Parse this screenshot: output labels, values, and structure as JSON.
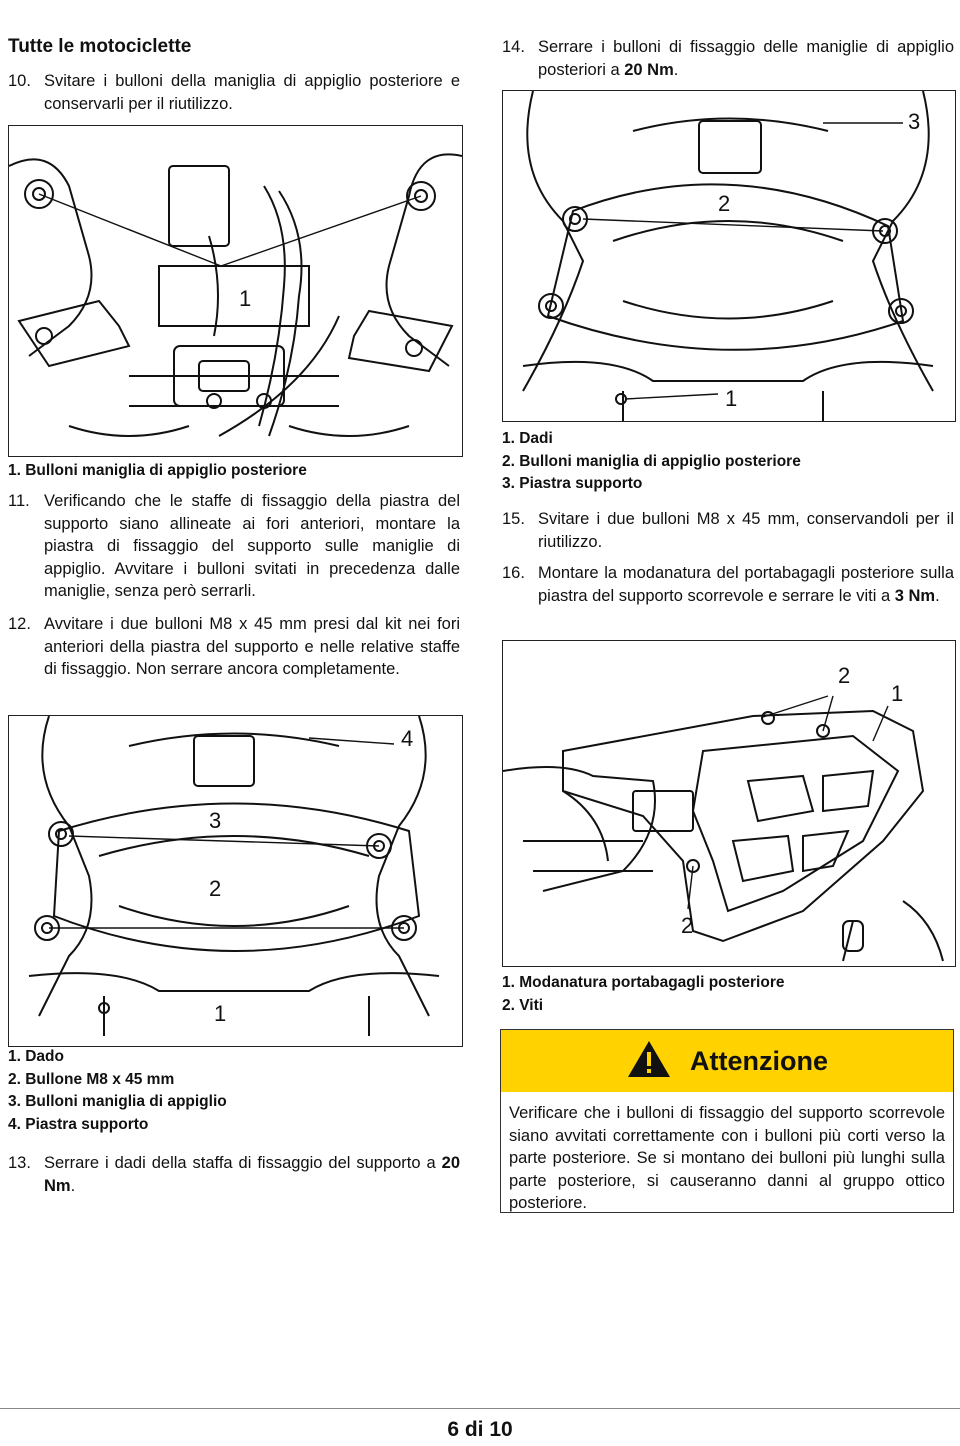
{
  "left_column": {
    "section_title": "Tutte le motociclette",
    "step10": {
      "num": "10.",
      "text": "Svitare i bulloni della maniglia di appiglio posteriore e conservarli per il riutilizzo."
    },
    "fig1": {
      "callouts": [
        "1"
      ],
      "captions": [
        "1. Bulloni maniglia di appiglio posteriore"
      ]
    },
    "step11": {
      "num": "11.",
      "text": "Verificando che le staffe di fissaggio della piastra del supporto siano allineate ai fori anteriori, montare la piastra di fissaggio del supporto sulle maniglie di appiglio. Avvitare i bulloni svitati in precedenza dalle maniglie, senza però serrarli."
    },
    "step12": {
      "num": "12.",
      "text": "Avvitare i due bulloni M8 x 45 mm presi dal kit nei fori anteriori della piastra del supporto e nelle relative staffe di fissaggio. Non serrare ancora completamente."
    },
    "fig3": {
      "callouts": [
        "4",
        "3",
        "2",
        "1"
      ],
      "captions": [
        "1. Dado",
        "2. Bullone M8 x 45 mm",
        "3. Bulloni maniglia di appiglio",
        "4. Piastra supporto"
      ]
    },
    "step13": {
      "num": "13.",
      "text_before": "Serrare i dadi della staffa di fissaggio del supporto a ",
      "text_bold": "20 Nm",
      "text_after": "."
    }
  },
  "right_column": {
    "step14": {
      "num": "14.",
      "text_before": "Serrare i bulloni di fissaggio delle maniglie di appiglio posteriori a ",
      "text_bold": "20 Nm",
      "text_after": "."
    },
    "fig2": {
      "callouts": [
        "3",
        "2",
        "1"
      ],
      "captions": [
        "1. Dadi",
        "2. Bulloni maniglia di appiglio posteriore",
        "3. Piastra supporto"
      ]
    },
    "step15": {
      "num": "15.",
      "text": "Svitare i due bulloni M8 x 45 mm, conservandoli per il riutilizzo."
    },
    "step16": {
      "num": "16.",
      "text_before": "Montare la modanatura del portabagagli posteriore sulla piastra del supporto scorrevole e serrare le viti a ",
      "text_bold": "3 Nm",
      "text_after": "."
    },
    "fig4": {
      "callouts": [
        "2",
        "1",
        "2"
      ],
      "captions": [
        "1. Modanatura portabagagli posteriore",
        "2. Viti"
      ]
    },
    "warning": {
      "title": "Attenzione",
      "accent_color": "#ffd200",
      "icon": "warning-triangle-icon",
      "text": "Verificare che i bulloni di fissaggio del supporto scorrevole siano avvitati correttamente con i bulloni più corti verso la parte posteriore. Se si montano dei bulloni più lunghi sulla parte posteriore, si causeranno danni al gruppo ottico posteriore."
    }
  },
  "footer": {
    "page": "6 di 10"
  }
}
